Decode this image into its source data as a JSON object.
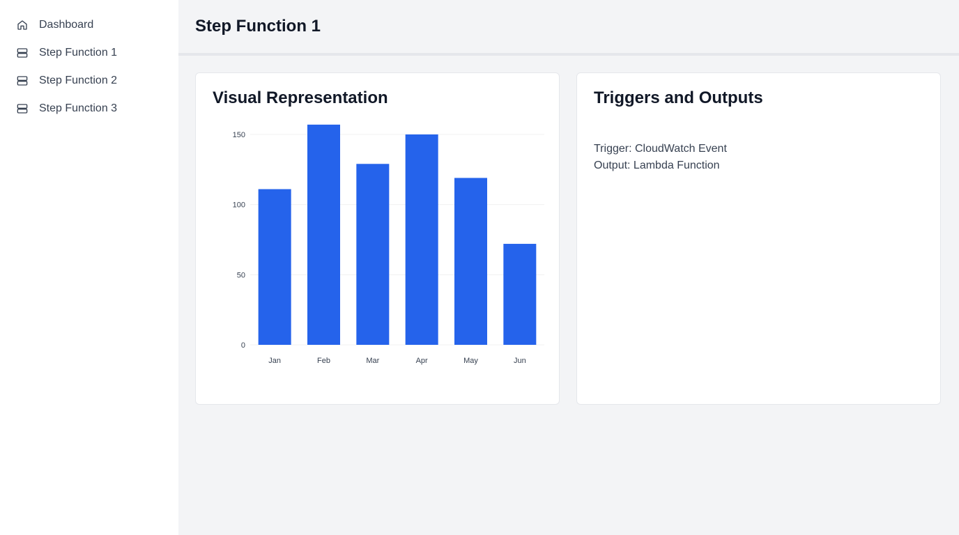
{
  "sidebar": {
    "items": [
      {
        "label": "Dashboard",
        "icon": "home-icon"
      },
      {
        "label": "Step Function 1",
        "icon": "server-icon"
      },
      {
        "label": "Step Function 2",
        "icon": "server-icon"
      },
      {
        "label": "Step Function 3",
        "icon": "server-icon"
      }
    ]
  },
  "header": {
    "title": "Step Function 1"
  },
  "cards": {
    "visual": {
      "title": "Visual Representation"
    },
    "triggers": {
      "title": "Triggers and Outputs",
      "trigger": "Trigger: CloudWatch Event",
      "output": "Output: Lambda Function"
    }
  },
  "colors": {
    "bar": "#2563eb",
    "grid": "#f0f0f0"
  },
  "chart_data": {
    "type": "bar",
    "categories": [
      "Jan",
      "Feb",
      "Mar",
      "Apr",
      "May",
      "Jun"
    ],
    "values": [
      111,
      157,
      129,
      150,
      119,
      72
    ],
    "ylim": [
      0,
      150
    ],
    "yticks": [
      0,
      50,
      100,
      150
    ],
    "grid": true
  }
}
